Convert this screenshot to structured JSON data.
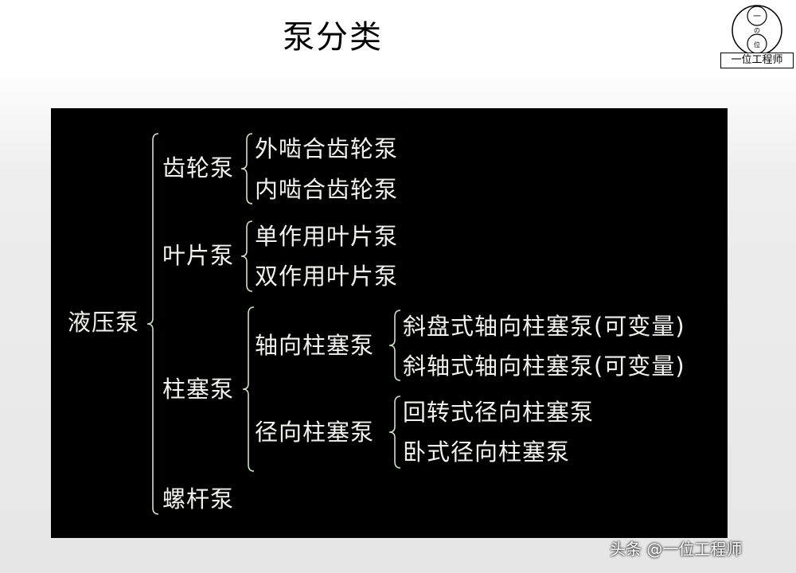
{
  "title": "泵分类",
  "logo": {
    "text": "一位工程师",
    "circle_top": "一",
    "circle_mid": "の",
    "circle_bottom": "位"
  },
  "tree": {
    "root": "液压泵",
    "gear": {
      "label": "齿轮泵",
      "children": [
        "外啮合齿轮泵",
        "内啮合齿轮泵"
      ]
    },
    "vane": {
      "label": "叶片泵",
      "children": [
        "单作用叶片泵",
        "双作用叶片泵"
      ]
    },
    "piston": {
      "label": "柱塞泵",
      "axial": {
        "label": "轴向柱塞泵",
        "children": [
          "斜盘式轴向柱塞泵(可变量)",
          "斜轴式轴向柱塞泵(可变量)"
        ]
      },
      "radial": {
        "label": "径向柱塞泵",
        "children": [
          "回转式径向柱塞泵",
          "卧式径向柱塞泵"
        ]
      }
    },
    "screw": {
      "label": "螺杆泵"
    }
  },
  "colors": {
    "board": "#000000",
    "text": "#f2f2ee",
    "brace": "#cfe0c8"
  },
  "watermark": "头条 @一位工程师"
}
